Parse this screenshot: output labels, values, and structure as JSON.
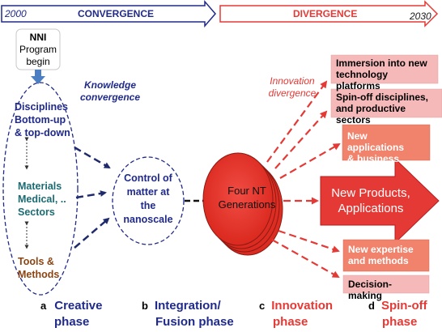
{
  "timeline": {
    "start_year": "2000",
    "end_year": "2030",
    "convergence_label": "CONVERGENCE",
    "divergence_label": "DIVERGENCE"
  },
  "nni": {
    "line1": "NNI",
    "line2": "Program",
    "line3": "begin"
  },
  "knowledge_convergence": {
    "line1": "Knowledge",
    "line2": "convergence"
  },
  "innovation_divergence": {
    "line1": "Innovation",
    "line2": "divergence"
  },
  "left_column": {
    "disciplines": {
      "line1": "Disciplines",
      "line2": "Bottom-up",
      "line3": "& top-down"
    },
    "materials": {
      "line1": "Materials",
      "line2": "Medical, ..",
      "line3": "Sectors"
    },
    "tools": {
      "line1": "Tools &",
      "line2": "Methods"
    }
  },
  "control": {
    "line1": "Control of",
    "line2": "matter at",
    "line3": "the",
    "line4": "nanoscale"
  },
  "four_nt": {
    "line1": "Four NT",
    "line2": "Generations"
  },
  "outputs": {
    "immersion": {
      "line1": "Immersion into new",
      "line2": "technology platforms"
    },
    "spinoff": {
      "line1": "Spin-off  disciplines,",
      "line2": "and productive sectors"
    },
    "new_apps": {
      "line1": "New applications",
      "line2": "& business"
    },
    "new_products": {
      "line1": "New Products,",
      "line2": "Applications"
    },
    "new_expertise": {
      "line1": "New expertise",
      "line2": "and methods"
    },
    "decision": {
      "line1": "Decision-making"
    }
  },
  "phases": {
    "a": {
      "letter": "a",
      "line1": "Creative",
      "line2": "phase"
    },
    "b": {
      "letter": "b",
      "line1": "Integration/",
      "line2": "Fusion phase"
    },
    "c": {
      "letter": "c",
      "line1": "Innovation",
      "line2": "phase"
    },
    "d": {
      "letter": "d",
      "line1": "Spin-off",
      "line2": "phase"
    }
  },
  "colors": {
    "blue_dark": "#1f2a8a",
    "blue_text": "#1a237e",
    "red": "#e53935",
    "red_dark": "#c62828",
    "pink_box": "#f6b9b9",
    "teal": "#1b6b73",
    "brown": "#8b4513"
  }
}
